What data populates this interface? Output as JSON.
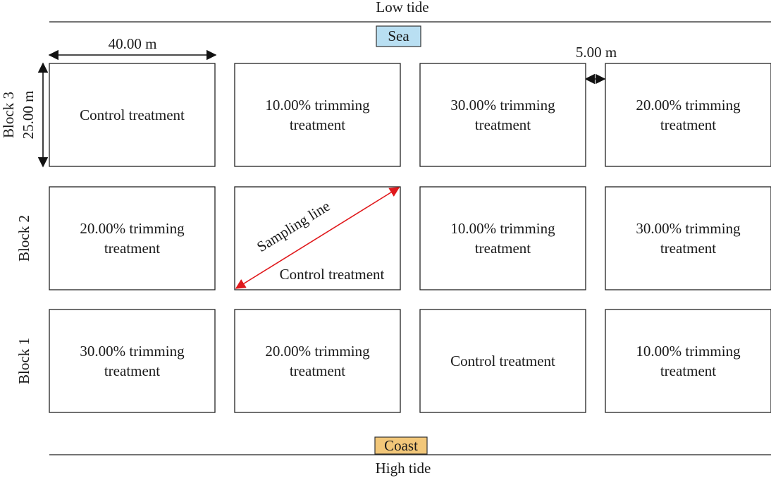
{
  "top": {
    "label": "Low tide",
    "badge": "Sea",
    "badge_color": "#b9dff2"
  },
  "bottom": {
    "label": "High tide",
    "badge": "Coast",
    "badge_color": "#f2c779"
  },
  "dimensions": {
    "width_label": "40.00 m",
    "height_label": "25.00 m",
    "gap_label": "5.00 m"
  },
  "sampling": {
    "label": "Sampling line",
    "color": "#e0191c"
  },
  "blocks": [
    {
      "label": "Block 3",
      "plots": [
        {
          "lines": [
            "Control treatment"
          ]
        },
        {
          "lines": [
            "10.00% trimming",
            "treatment"
          ]
        },
        {
          "lines": [
            "30.00% trimming",
            "treatment"
          ]
        },
        {
          "lines": [
            "20.00% trimming",
            "treatment"
          ]
        }
      ]
    },
    {
      "label": "Block 2",
      "plots": [
        {
          "lines": [
            "20.00% trimming",
            "treatment"
          ]
        },
        {
          "lines": [
            "Control treatment"
          ]
        },
        {
          "lines": [
            "10.00% trimming",
            "treatment"
          ]
        },
        {
          "lines": [
            "30.00% trimming",
            "treatment"
          ]
        }
      ]
    },
    {
      "label": "Block 1",
      "plots": [
        {
          "lines": [
            "30.00% trimming",
            "treatment"
          ]
        },
        {
          "lines": [
            "20.00% trimming",
            "treatment"
          ]
        },
        {
          "lines": [
            "Control treatment"
          ]
        },
        {
          "lines": [
            "10.00% trimming",
            "treatment"
          ]
        }
      ]
    }
  ]
}
